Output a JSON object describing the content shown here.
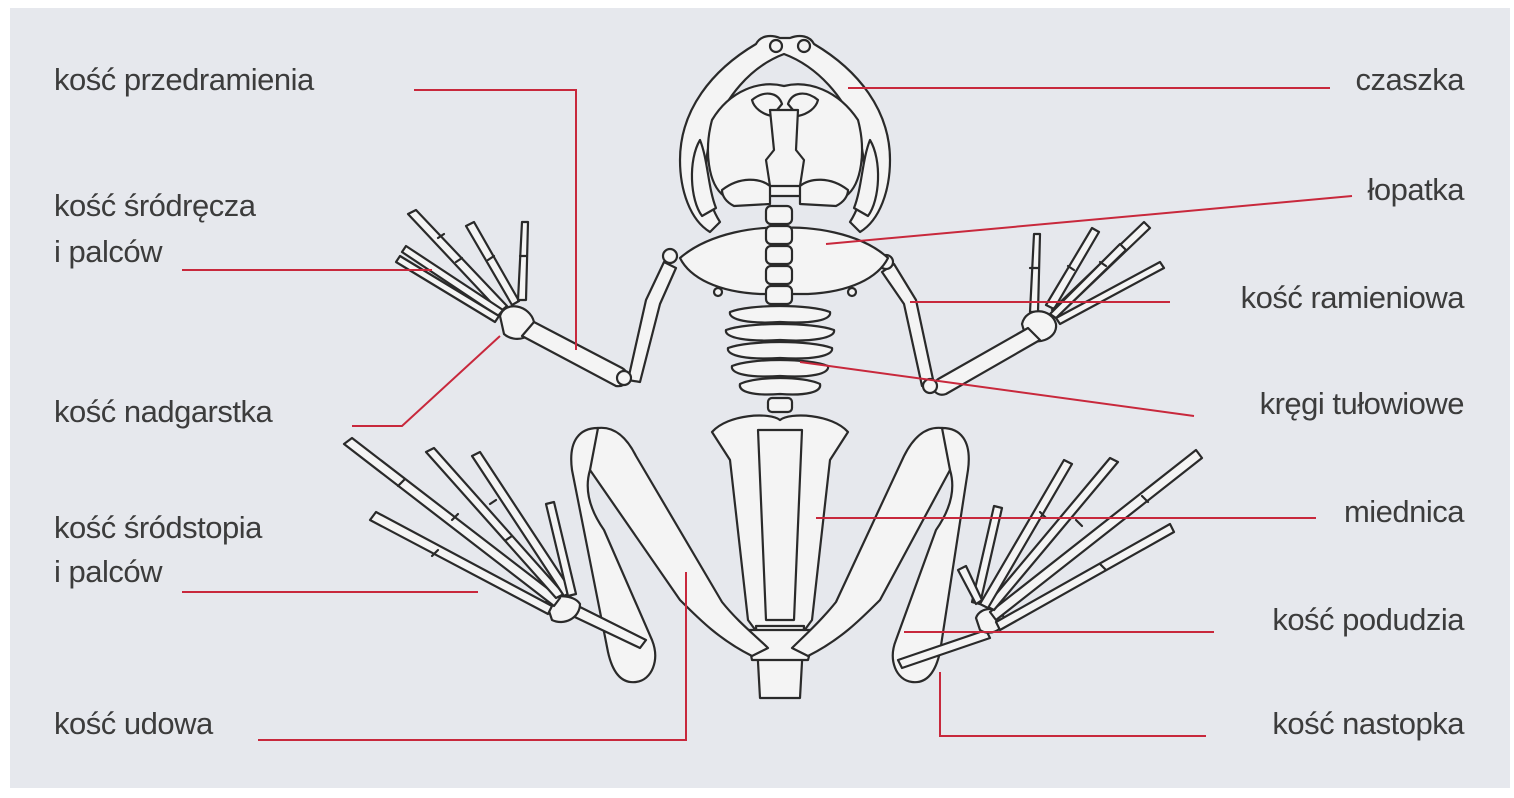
{
  "colors": {
    "background": "#e6e8ed",
    "leader_line": "#c8283c",
    "bone_fill": "#f4f4f4",
    "bone_stroke": "#2a2a2a",
    "label_text": "#3c3c3c"
  },
  "labels": {
    "left": [
      {
        "id": "forearm",
        "text": "kość przedramienia"
      },
      {
        "id": "metacarpal_1",
        "text": "kość śródręcza"
      },
      {
        "id": "metacarpal_2",
        "text": "i palców"
      },
      {
        "id": "carpal",
        "text": "kość nadgarstka"
      },
      {
        "id": "metatarsal_1",
        "text": "kość śródstopia"
      },
      {
        "id": "metatarsal_2",
        "text": "i palców"
      },
      {
        "id": "femur",
        "text": "kość udowa"
      }
    ],
    "right": [
      {
        "id": "skull",
        "text": "czaszka"
      },
      {
        "id": "scapula",
        "text": "łopatka"
      },
      {
        "id": "humerus",
        "text": "kość ramieniowa"
      },
      {
        "id": "vertebrae",
        "text": "kręgi tułowiowe"
      },
      {
        "id": "pelvis",
        "text": "miednica"
      },
      {
        "id": "tibiofibula",
        "text": "kość podudzia"
      },
      {
        "id": "tarsal",
        "text": "kość nastopka"
      }
    ]
  }
}
